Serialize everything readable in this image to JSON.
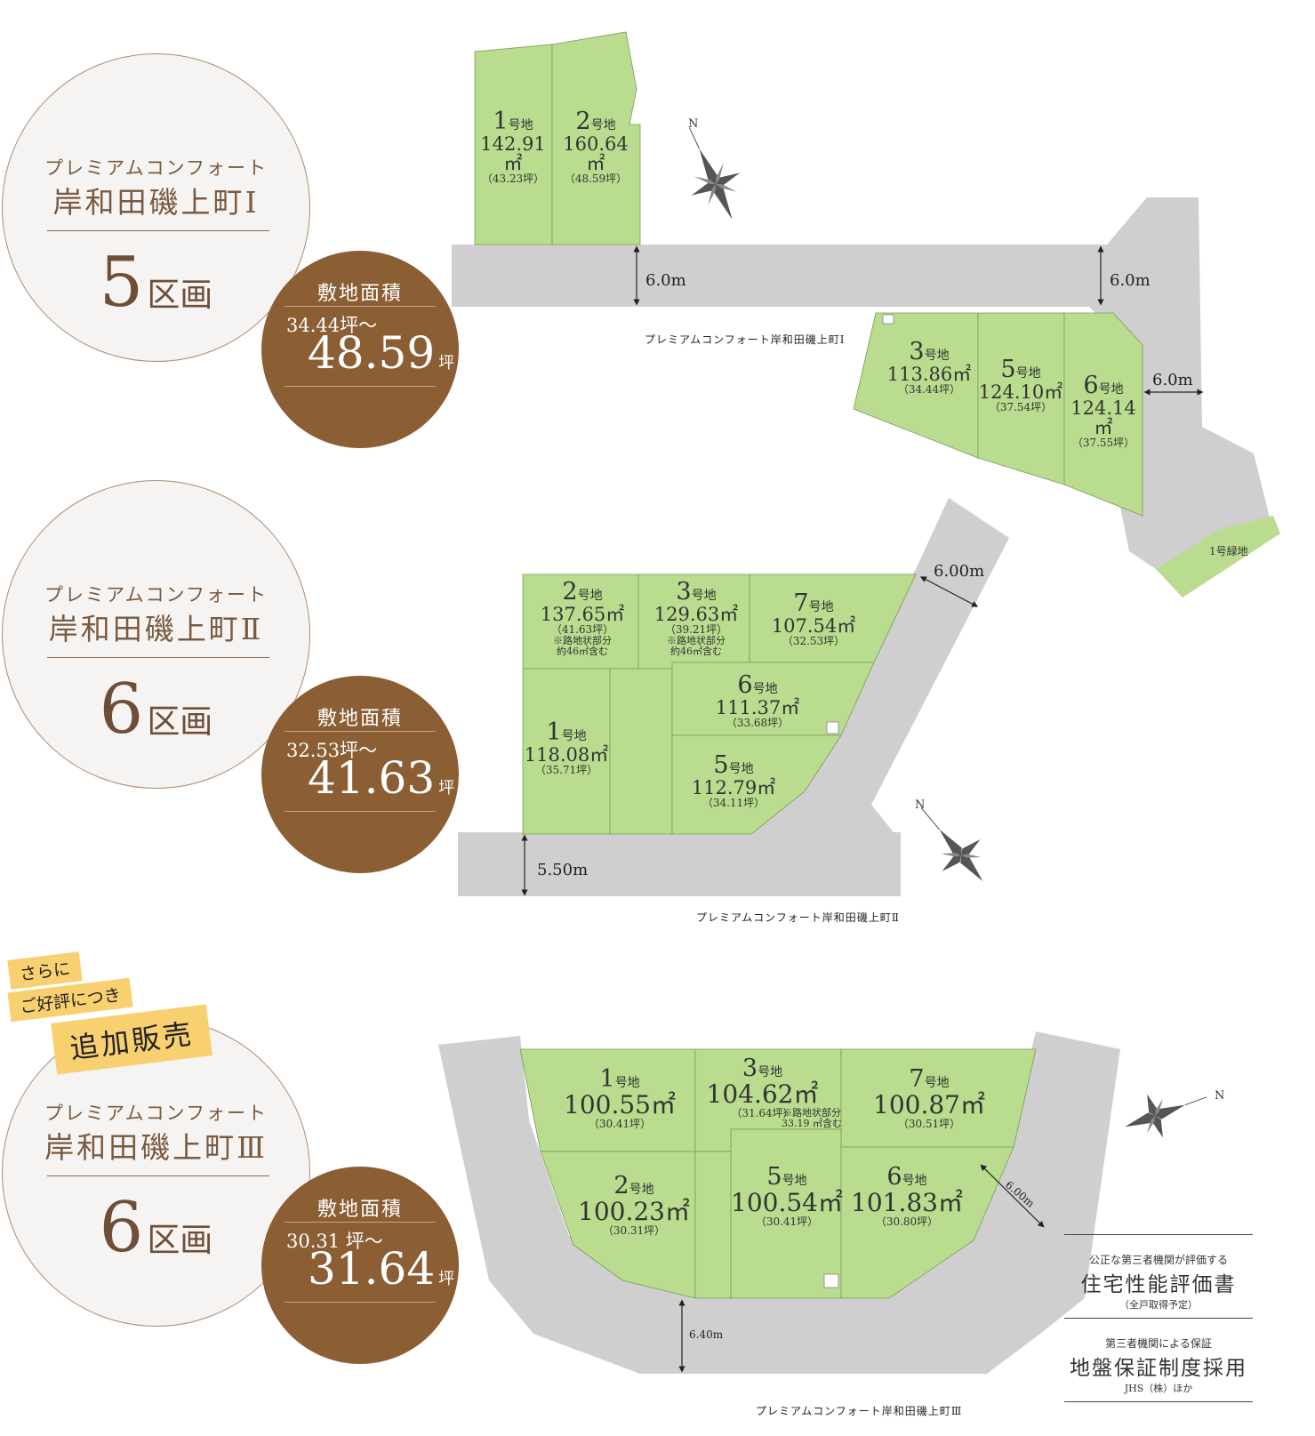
{
  "sites": [
    {
      "series": "プレミアムコンフォート",
      "name": "岸和田磯上町Ⅰ",
      "lots_count": "5",
      "lots_unit": "区画",
      "area_label": "敷地面積",
      "area_min": "34.44坪～",
      "area_max": "48.59",
      "area_unit": "坪",
      "caption": "プレミアムコンフォート岸和田磯上町Ⅰ",
      "roads": [
        "6.0m",
        "6.0m",
        "6.0m"
      ],
      "green": "1号緑地",
      "lots": [
        {
          "no": "1",
          "suffix": "号地",
          "sqm": "142.91㎡",
          "tsubo": "（43.23坪）"
        },
        {
          "no": "2",
          "suffix": "号地",
          "sqm": "160.64㎡",
          "tsubo": "（48.59坪）"
        },
        {
          "no": "3",
          "suffix": "号地",
          "sqm": "113.86㎡",
          "tsubo": "（34.44坪）"
        },
        {
          "no": "5",
          "suffix": "号地",
          "sqm": "124.10㎡",
          "tsubo": "（37.54坪）"
        },
        {
          "no": "6",
          "suffix": "号地",
          "sqm": "124.14㎡",
          "tsubo": "（37.55坪）"
        }
      ]
    },
    {
      "series": "プレミアムコンフォート",
      "name": "岸和田磯上町Ⅱ",
      "lots_count": "6",
      "lots_unit": "区画",
      "area_label": "敷地面積",
      "area_min": "32.53坪～",
      "area_max": "41.63",
      "area_unit": "坪",
      "caption": "プレミアムコンフォート岸和田磯上町Ⅱ",
      "roads": [
        "6.00m",
        "5.50m"
      ],
      "lots": [
        {
          "no": "2",
          "suffix": "号地",
          "sqm": "137.65㎡",
          "tsubo": "（41.63坪）",
          "note1": "※路地状部分",
          "note2": "約46㎡含む"
        },
        {
          "no": "3",
          "suffix": "号地",
          "sqm": "129.63㎡",
          "tsubo": "（39.21坪）",
          "note1": "※路地状部分",
          "note2": "約46㎡含む"
        },
        {
          "no": "7",
          "suffix": "号地",
          "sqm": "107.54㎡",
          "tsubo": "（32.53坪）"
        },
        {
          "no": "6",
          "suffix": "号地",
          "sqm": "111.37㎡",
          "tsubo": "（33.68坪）"
        },
        {
          "no": "1",
          "suffix": "号地",
          "sqm": "118.08㎡",
          "tsubo": "（35.71坪）"
        },
        {
          "no": "5",
          "suffix": "号地",
          "sqm": "112.79㎡",
          "tsubo": "（34.11坪）"
        }
      ]
    },
    {
      "badge_line1": "さらに",
      "badge_line2": "ご好評につき",
      "badge_line3": "追加販売",
      "series": "プレミアムコンフォート",
      "name": "岸和田磯上町Ⅲ",
      "lots_count": "6",
      "lots_unit": "区画",
      "area_label": "敷地面積",
      "area_min": "30.31 坪～",
      "area_max": "31.64",
      "area_unit": "坪",
      "caption": "プレミアムコンフォート岸和田磯上町Ⅲ",
      "roads": [
        "6.00m",
        "6.40m"
      ],
      "lots": [
        {
          "no": "1",
          "suffix": "号地",
          "sqm": "100.55㎡",
          "tsubo": "（30.41坪）"
        },
        {
          "no": "3",
          "suffix": "号地",
          "sqm": "104.62㎡",
          "tsubo": "（31.64坪）",
          "note1": "※路地状部分",
          "note2": "33.19 ㎡含む"
        },
        {
          "no": "7",
          "suffix": "号地",
          "sqm": "100.87㎡",
          "tsubo": "（30.51坪）"
        },
        {
          "no": "2",
          "suffix": "号地",
          "sqm": "100.23㎡",
          "tsubo": "（30.31坪）"
        },
        {
          "no": "5",
          "suffix": "号地",
          "sqm": "100.54㎡",
          "tsubo": "（30.41坪）"
        },
        {
          "no": "6",
          "suffix": "号地",
          "sqm": "101.83㎡",
          "tsubo": "（30.80坪）"
        }
      ]
    }
  ],
  "compass_label": "N",
  "features": [
    {
      "small": "公正な第三者機関が評価する",
      "big": "住宅性能評価書",
      "tiny": "（全戸取得予定）"
    },
    {
      "small": "第三者機関による保証",
      "big": "地盤保証制度採用",
      "tiny": "JHS（株）ほか"
    }
  ],
  "colors": {
    "lot": "#b9dc8e",
    "road": "#cfcfcf",
    "brown": "#8b5e34",
    "accent": "#f8d070"
  }
}
